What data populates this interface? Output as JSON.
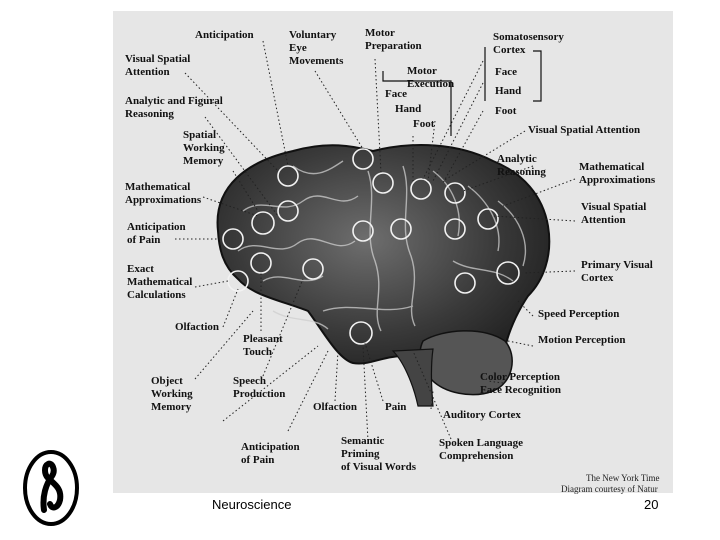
{
  "labels": {
    "anticipation": "Anticipation",
    "voluntary_eye": "Voluntary\nEye\nMovements",
    "motor_prep": "Motor\nPreparation",
    "somato": "Somatosensory\nCortex",
    "somato_face": "Face",
    "somato_hand": "Hand",
    "somato_foot": "Foot",
    "motor_exec": "Motor\nExecution",
    "motor_face": "Face",
    "motor_hand": "Hand",
    "motor_foot": "Foot",
    "visual_spatial_attention_left": "Visual Spatial\nAttention",
    "analytic_figural": "Analytic and Figural\nReasoning",
    "spatial_working_memory": "Spatial\nWorking\nMemory",
    "math_approx_left": "Mathematical\nApproximations",
    "anticipation_pain_left": "Anticipation\nof Pain",
    "exact_math": "Exact\nMathematical\nCalculations",
    "olfaction_left": "Olfaction",
    "pleasant_touch": "Pleasant\nTouch",
    "object_working_memory": "Object\nWorking\nMemory",
    "speech_production": "Speech\nProduction",
    "olfaction_bottom": "Olfaction",
    "pain": "Pain",
    "anticipation_pain_bottom": "Anticipation\nof Pain",
    "semantic_priming": "Semantic\nPriming\nof Visual Words",
    "spoken_language": "Spoken Language\nComprehension",
    "auditory_cortex": "Auditory Cortex",
    "color_face": "Color Perception\nFace Recognition",
    "motion_perception": "Motion Perception",
    "speed_perception": "Speed Perception",
    "primary_visual": "Primary Visual\nCortex",
    "visual_spatial_attention_right": "Visual Spatial\nAttention",
    "math_approx_right": "Mathematical\nApproximations",
    "analytic_reasoning": "Analytic\nReasoning",
    "visual_spatial_attention_top": "Visual Spatial Attention"
  },
  "credit": {
    "line1": "The New York Time",
    "line2": "Diagram courtesy of Natur"
  },
  "footer": {
    "title": "Neuroscience",
    "page": "20"
  }
}
